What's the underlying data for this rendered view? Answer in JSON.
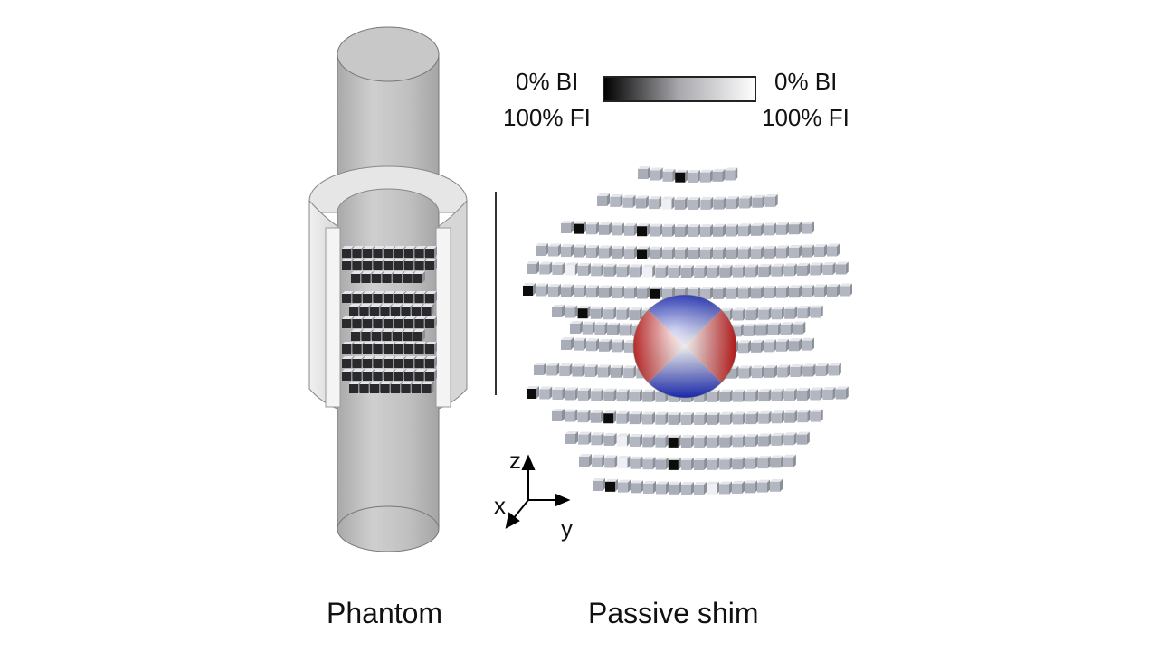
{
  "colorbar": {
    "left_top": "0% BI",
    "left_bottom": "100% FI",
    "right_top": "0% BI",
    "right_bottom": "100% FI",
    "gradient_colors": [
      "#000000",
      "#c9c9cf",
      "#ffffff"
    ]
  },
  "axes": {
    "z": "z",
    "x": "x",
    "y": "y"
  },
  "captions": {
    "phantom": "Phantom",
    "shim": "Passive shim"
  },
  "colors": {
    "cylinder": "#c4c4c4",
    "sleeve": "#e0e0e0",
    "shim_block": "#b5b9c4",
    "sphere_positive": "#d81e1e",
    "sphere_negative": "#1428c8"
  }
}
